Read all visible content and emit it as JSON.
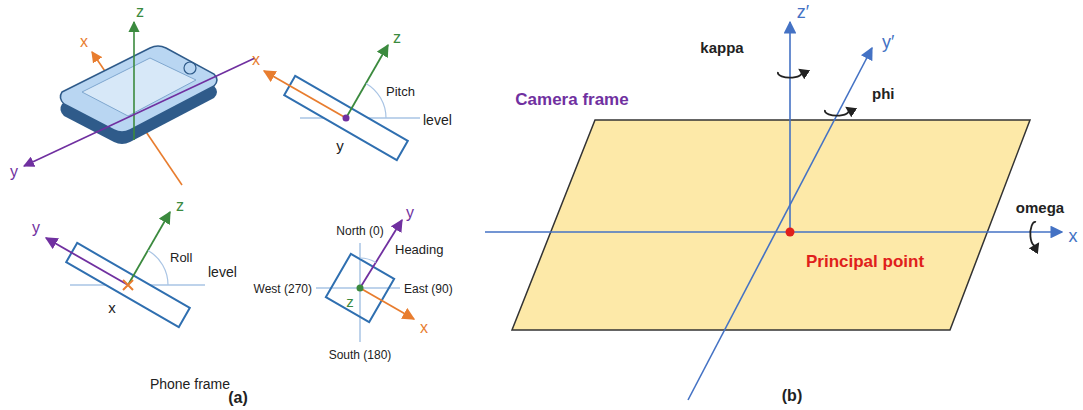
{
  "diagram": {
    "labels": [
      "z",
      "x",
      "y",
      "x",
      "z",
      "Pitch",
      "level",
      "y",
      "y",
      "z",
      "Roll",
      "x",
      "level",
      "North (0)",
      "Heading",
      "West (270)",
      "East (90)",
      "y",
      "z",
      "x",
      "South (180)",
      "Phone frame",
      "(a)",
      "z′",
      "y′",
      "kappa",
      "phi",
      "Camera frame",
      "omega",
      "x",
      "Principal point",
      "(b)"
    ]
  }
}
